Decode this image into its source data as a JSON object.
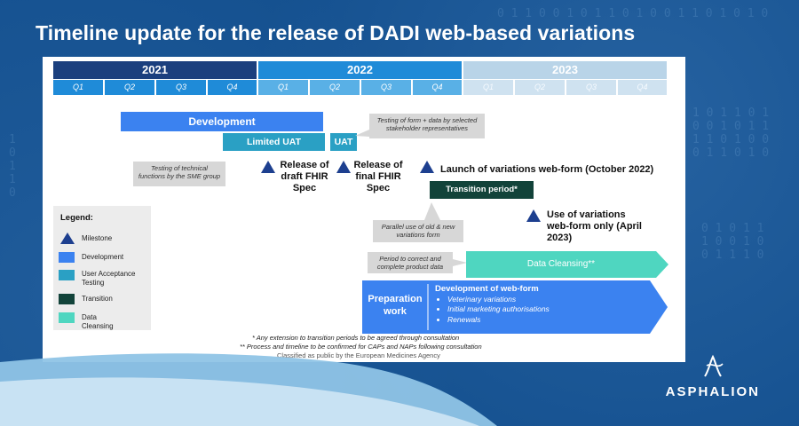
{
  "title": "Timeline update for the release of DADI web-based variations",
  "years": [
    {
      "label": "2021",
      "color": "#1b3f7e"
    },
    {
      "label": "2022",
      "color": "#1f8bd8"
    },
    {
      "label": "2023",
      "color": "#b9d4e8"
    }
  ],
  "quarters": [
    "Q1",
    "Q2",
    "Q3",
    "Q4",
    "Q1",
    "Q2",
    "Q3",
    "Q4",
    "Q1",
    "Q2",
    "Q3",
    "Q4"
  ],
  "bars": {
    "development": "Development",
    "limited_uat": "Limited UAT",
    "uat": "UAT",
    "transition": "Transition period*",
    "data_cleansing": "Data Cleansing**",
    "preparation": "Preparation work",
    "webform_title": "Development of web-form",
    "webform_items": [
      "Veterinary variations",
      "Initial marketing authorisations",
      "Renewals"
    ]
  },
  "notes": {
    "technical": "Testing of technical functions by the SME group",
    "stakeholder": "Testing of form + data by selected stakeholder representatives",
    "parallel": "Parallel use of old & new variations form",
    "correct": "Period to correct and complete product data"
  },
  "milestones": {
    "draft": "Release of draft FHIR Spec",
    "final": "Release of final FHIR Spec",
    "launch": "Launch of variations web-form (October 2022)",
    "use_only": "Use of variations web-form only (April 2023)"
  },
  "legend": {
    "title": "Legend:",
    "items": [
      {
        "label": "Milestone",
        "color": "#1d3f8f"
      },
      {
        "label": "Development",
        "color": "#3b82f0"
      },
      {
        "label": "User Acceptance Testing",
        "color": "#2aa0c4"
      },
      {
        "label": "Transition",
        "color": "#12433a"
      },
      {
        "label": "Data Cleansing",
        "color": "#4fd6c0"
      }
    ]
  },
  "footnotes": {
    "a": "* Any extension to transition periods to be agreed through consultation",
    "b": "** Process and timeline to be confirmed for CAPs and NAPs following consultation",
    "c": "Classified as public by the European Medicines Agency"
  },
  "logo": "ASPHALION"
}
